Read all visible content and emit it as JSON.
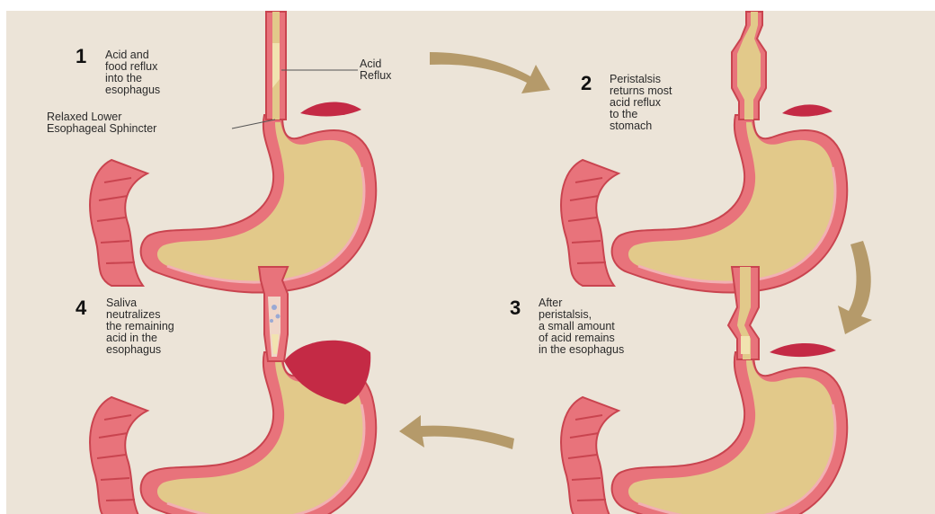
{
  "steps": [
    {
      "number": "1",
      "text": "Acid and\nfood reflux\ninto the\nesophagus"
    },
    {
      "number": "2",
      "text": "Peristalsis\nreturns most\nacid reflux\nto the\nstomach"
    },
    {
      "number": "3",
      "text": "After\nperistalsis,\na small amount\nof acid remains\nin the esophagus"
    },
    {
      "number": "4",
      "text": "Saliva\nneutralizes\nthe remaining\nacid in the\nesophagus"
    }
  ],
  "callouts": {
    "acid_reflux": "Acid\nReflux",
    "sphincter": "Relaxed Lower\nEsophageal Sphincter"
  },
  "colors": {
    "background": "#ece4d8",
    "stomach_wall": "#e8737b",
    "stomach_wall_dark": "#c9444f",
    "contents": "#e2c98a",
    "acid": "#c42a45",
    "arrow": "#b59a6a"
  }
}
